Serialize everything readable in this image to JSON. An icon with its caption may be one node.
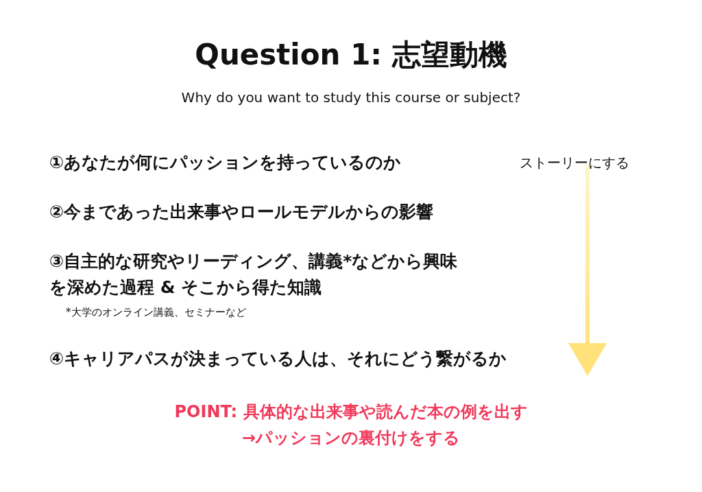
{
  "diagram": {
    "title": "Question 1: 志望動機",
    "labels": [
      "Why do you want to study this course or subject?",
      "①あなたが何にパッションを持っているのか",
      "ストーリーにする",
      "②今まであった出来事やロールモデルからの影響",
      "③自主的な研究やリーディング、講義*などから興味を深めた過程 & そこから得た知識",
      "*大学のオンライン講義、セミナーなど",
      "④キャリアパスが決まっている人は、それにどう繋がるか",
      "POINT: 具体的な出来事や読んだ本の例を出す",
      "→パッションの裏付けをする"
    ]
  }
}
